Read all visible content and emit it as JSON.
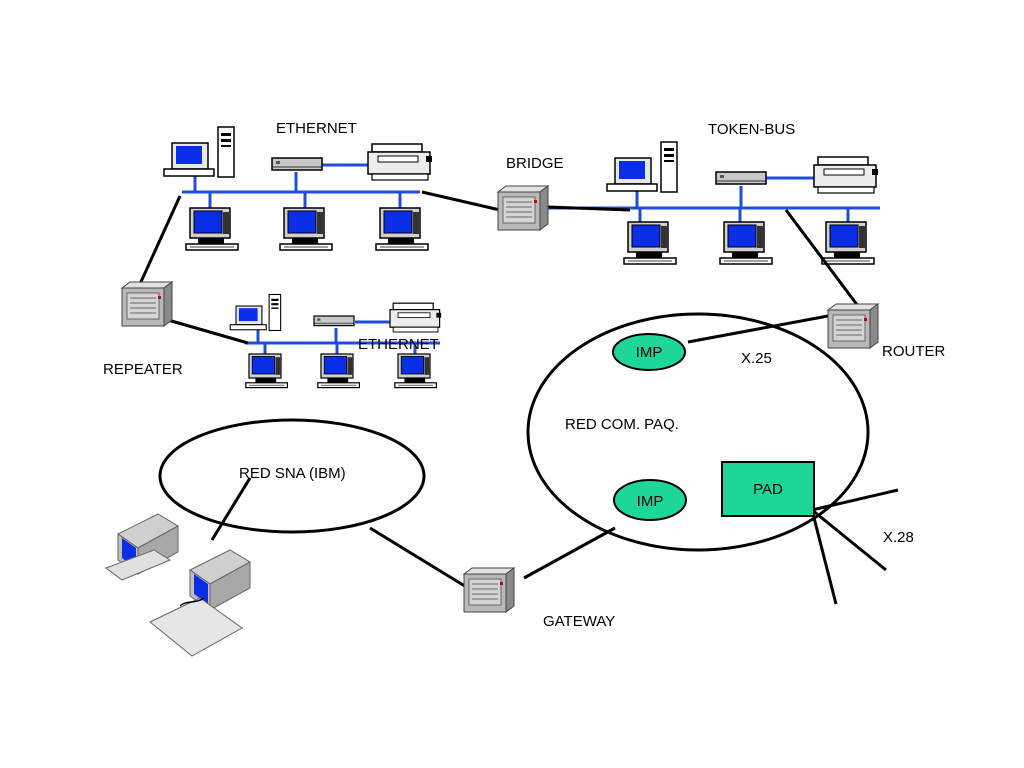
{
  "labels": {
    "ethernet_top": "ETHERNET",
    "token_bus": "TOKEN-BUS",
    "bridge": "BRIDGE",
    "repeater": "REPEATER",
    "ethernet_mid": "ETHERNET",
    "router": "ROUTER",
    "x25": "X.25",
    "red_com_paq": "RED COM. PAQ.",
    "imp_top": "IMP",
    "imp_bottom": "IMP",
    "pad": "PAD",
    "x28": "X.28",
    "red_sna": "RED SNA (IBM)",
    "gateway": "GATEWAY"
  },
  "colors": {
    "bus": "#1f4fd8",
    "screen": "#0a2ee6",
    "imp_fill": "#1fd69a",
    "pad_fill": "#1fd69a",
    "device_gray": "#b8b8b8"
  }
}
